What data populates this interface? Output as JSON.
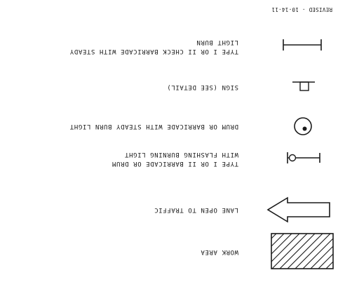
{
  "revised": "REVISED - 10-14-11",
  "legend": [
    {
      "symbol": "type-i-ii-check-barricade-icon",
      "lines": [
        "TYPE I OR II CHECK BARRICADE WITH STEADY",
        "LIGHT BURN"
      ]
    },
    {
      "symbol": "sign-icon",
      "lines": [
        "SIGN (SEE DETAIL)"
      ]
    },
    {
      "symbol": "drum-barricade-steady-light-icon",
      "lines": [
        "DRUM OR BARRICADE WITH STEADY BURN LIGHT"
      ]
    },
    {
      "symbol": "barricade-drum-flashing-light-icon",
      "lines": [
        "TYPE I OR II  BARRICADE OR DRUM",
        "WITH FLASHING BURNING LIGHT"
      ]
    },
    {
      "symbol": "lane-open-arrow-icon",
      "lines": [
        "LANE OPEN TO TRAFFIC"
      ]
    },
    {
      "symbol": "work-area-hatch-icon",
      "lines": [
        "WORK AREA"
      ]
    }
  ]
}
